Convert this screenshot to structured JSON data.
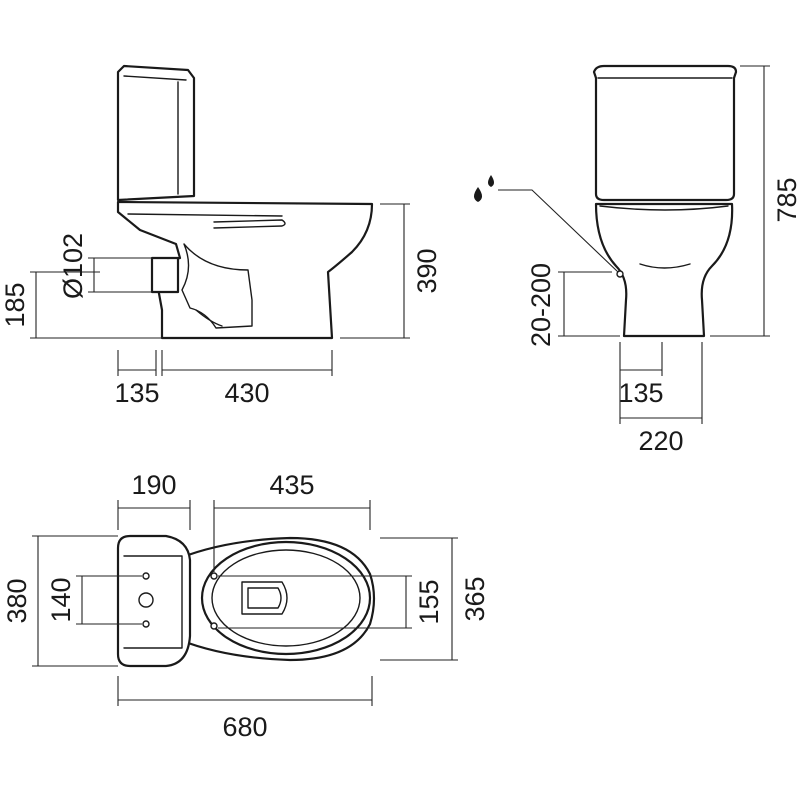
{
  "side_view": {
    "dim_height_flush": "185",
    "dim_outlet_diameter": "Ø102",
    "dim_total_height_bowl": "390",
    "dim_outlet_offset": "135",
    "dim_bowl_length": "430"
  },
  "front_view": {
    "dim_total_height": "785",
    "dim_water_inlet_range": "20-200",
    "dim_inlet_offset": "135",
    "dim_base_width": "220",
    "water_icon": "water-drops-icon"
  },
  "top_view": {
    "dim_tank_depth": "190",
    "dim_bowl_length": "435",
    "dim_overall_width": "380",
    "dim_tank_holes": "140",
    "dim_bowl_holes": "155",
    "dim_bowl_width": "365",
    "dim_overall_length": "680"
  },
  "colors": {
    "line": "#1a1a1a",
    "background": "#ffffff"
  }
}
